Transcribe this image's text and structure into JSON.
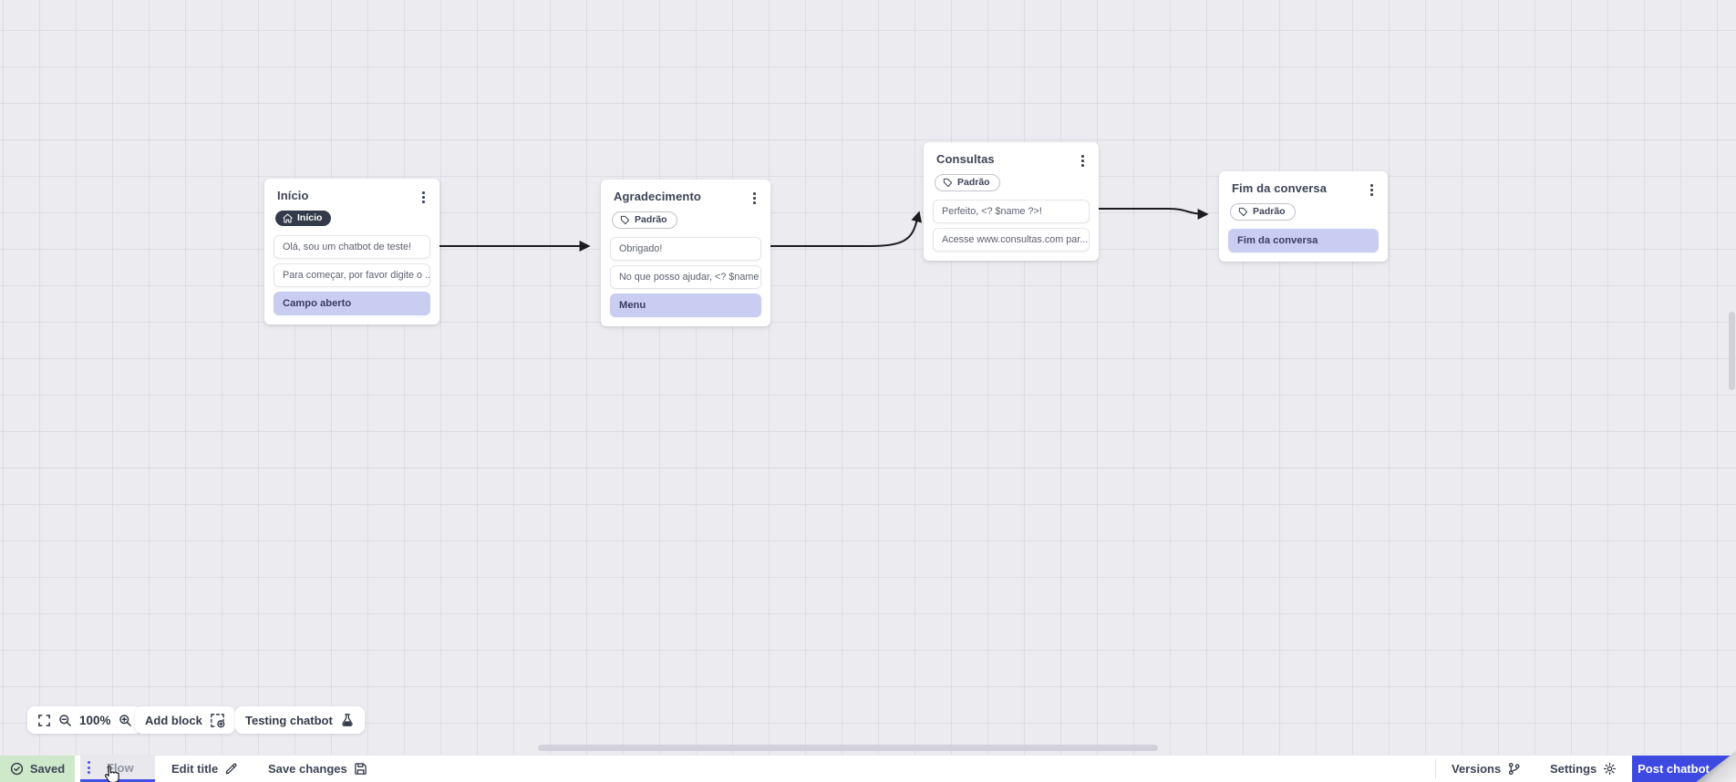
{
  "canvas": {
    "nodes": [
      {
        "title": "Início",
        "badge_label": "Início",
        "badge_icon": "home-icon",
        "messages": [
          {
            "text": "Olá, sou um chatbot de teste!",
            "type": "message"
          },
          {
            "text": "Para começar, por favor digite o ...",
            "type": "message"
          },
          {
            "text": "Campo aberto",
            "type": "field"
          }
        ]
      },
      {
        "title": "Agradecimento",
        "badge_label": "Padrão",
        "badge_icon": "tag-icon",
        "messages": [
          {
            "text": "Obrigado!",
            "type": "message"
          },
          {
            "text": "No que posso ajudar, <? $name ...",
            "type": "message"
          },
          {
            "text": "Menu",
            "type": "field"
          }
        ]
      },
      {
        "title": "Consultas",
        "badge_label": "Padrão",
        "badge_icon": "tag-icon",
        "messages": [
          {
            "text": "Perfeito, <? $name ?>!",
            "type": "message"
          },
          {
            "text": "Acesse www.consultas.com par...",
            "type": "message"
          }
        ]
      },
      {
        "title": "Fim da conversa",
        "badge_label": "Padrão",
        "badge_icon": "tag-icon",
        "messages": [
          {
            "text": "Fim da conversa",
            "type": "field"
          }
        ]
      }
    ]
  },
  "toolbar": {
    "zoom_level": "100%",
    "add_block_label": "Add block",
    "testing_label": "Testing chatbot"
  },
  "statusbar": {
    "saved_label": "Saved",
    "flow_tab_label": "Flow",
    "edit_title_label": "Edit title",
    "save_changes_label": "Save changes",
    "versions_label": "Versions",
    "settings_label": "Settings",
    "post_button_label": "Post chatbot"
  },
  "icons": {
    "saved": "check-circle-icon",
    "flow_menu": "kebab-vertical-icon",
    "edit": "pencil-icon",
    "save": "floppy-disk-icon",
    "versions": "git-branch-icon",
    "settings": "gear-icon",
    "post": "upload-icon",
    "fullscreen": "expand-icon",
    "zoom_out": "magnifier-minus-icon",
    "zoom_in": "magnifier-plus-icon",
    "add_block": "frame-plus-icon",
    "testing": "flask-icon",
    "node_menu": "kebab-vertical-icon",
    "start_badge": "home-icon",
    "default_badge": "tag-icon",
    "cursor": "hand-pointer-icon"
  },
  "colors": {
    "accent": "#3D49E1",
    "field_block_bg": "#C9CDF2",
    "saved_bg": "#CEE9C9",
    "start_badge_bg": "#333B4A",
    "canvas_bg": "#ECEBEF",
    "wire": "#1C1C20"
  }
}
